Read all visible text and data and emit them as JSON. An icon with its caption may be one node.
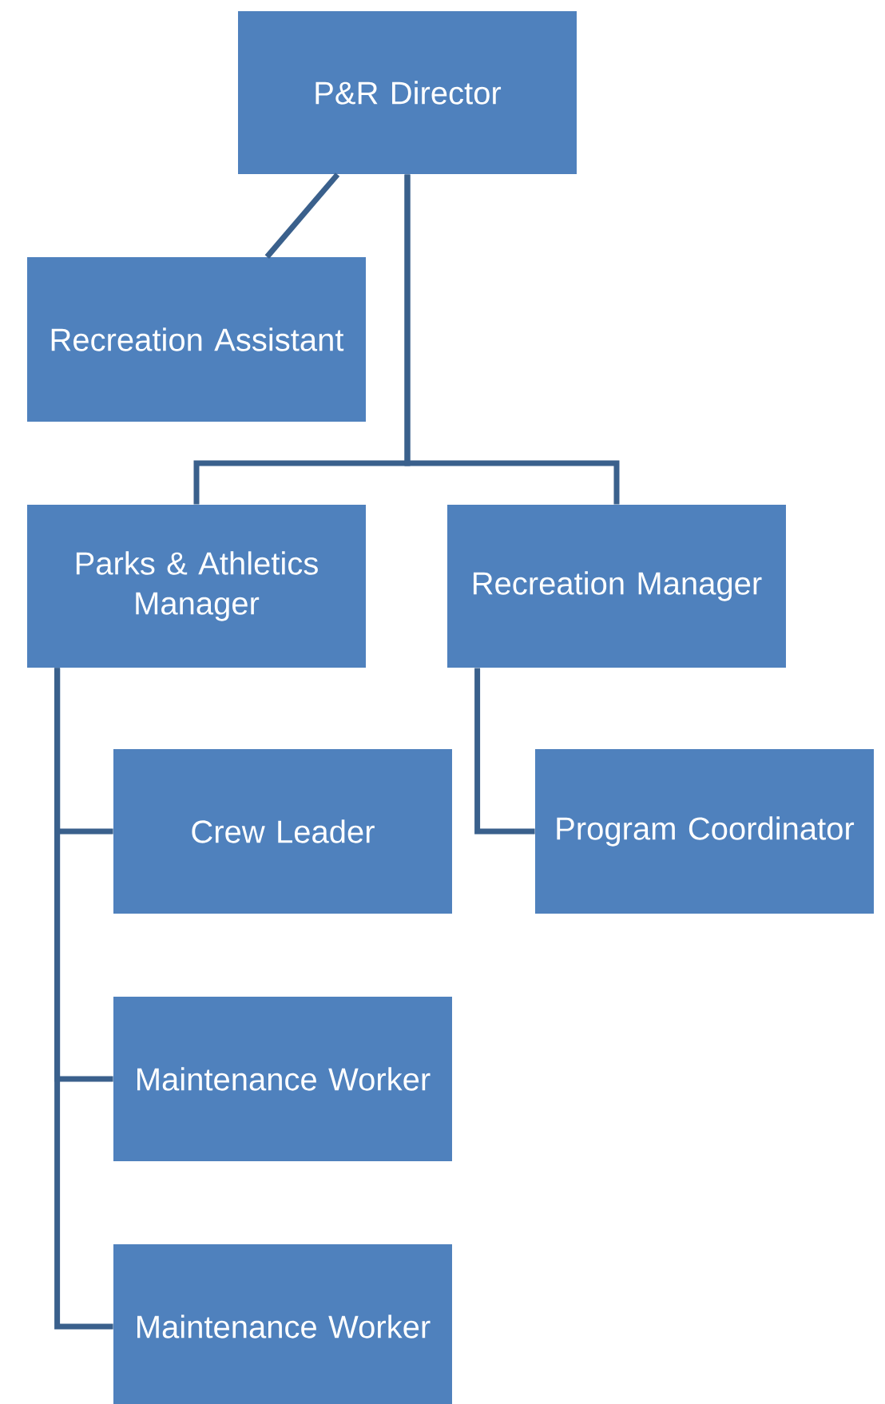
{
  "diagram": {
    "nodes": [
      {
        "text": [
          "P&R Director"
        ]
      },
      {
        "text": [
          "Recreation Assistant"
        ]
      },
      {
        "text": [
          "Parks & Athletics Manager"
        ]
      },
      {
        "text": [
          "Recreation Manager"
        ]
      },
      {
        "text": [
          "Crew Leader"
        ]
      },
      {
        "text": [
          "Maintenance Worker"
        ]
      },
      {
        "text": [
          "Maintenance Worker"
        ]
      },
      {
        "text": [
          "Program Coordinator"
        ]
      }
    ],
    "edges": [
      {
        "from": 0,
        "to": 1,
        "arrow": "none"
      },
      {
        "from": 0,
        "to": 2,
        "arrow": "none"
      },
      {
        "from": 0,
        "to": 3,
        "arrow": "none"
      },
      {
        "from": 2,
        "to": 4,
        "arrow": "none"
      },
      {
        "from": 2,
        "to": 5,
        "arrow": "none"
      },
      {
        "from": 2,
        "to": 6,
        "arrow": "none"
      },
      {
        "from": 3,
        "to": 7,
        "arrow": "none"
      }
    ]
  }
}
